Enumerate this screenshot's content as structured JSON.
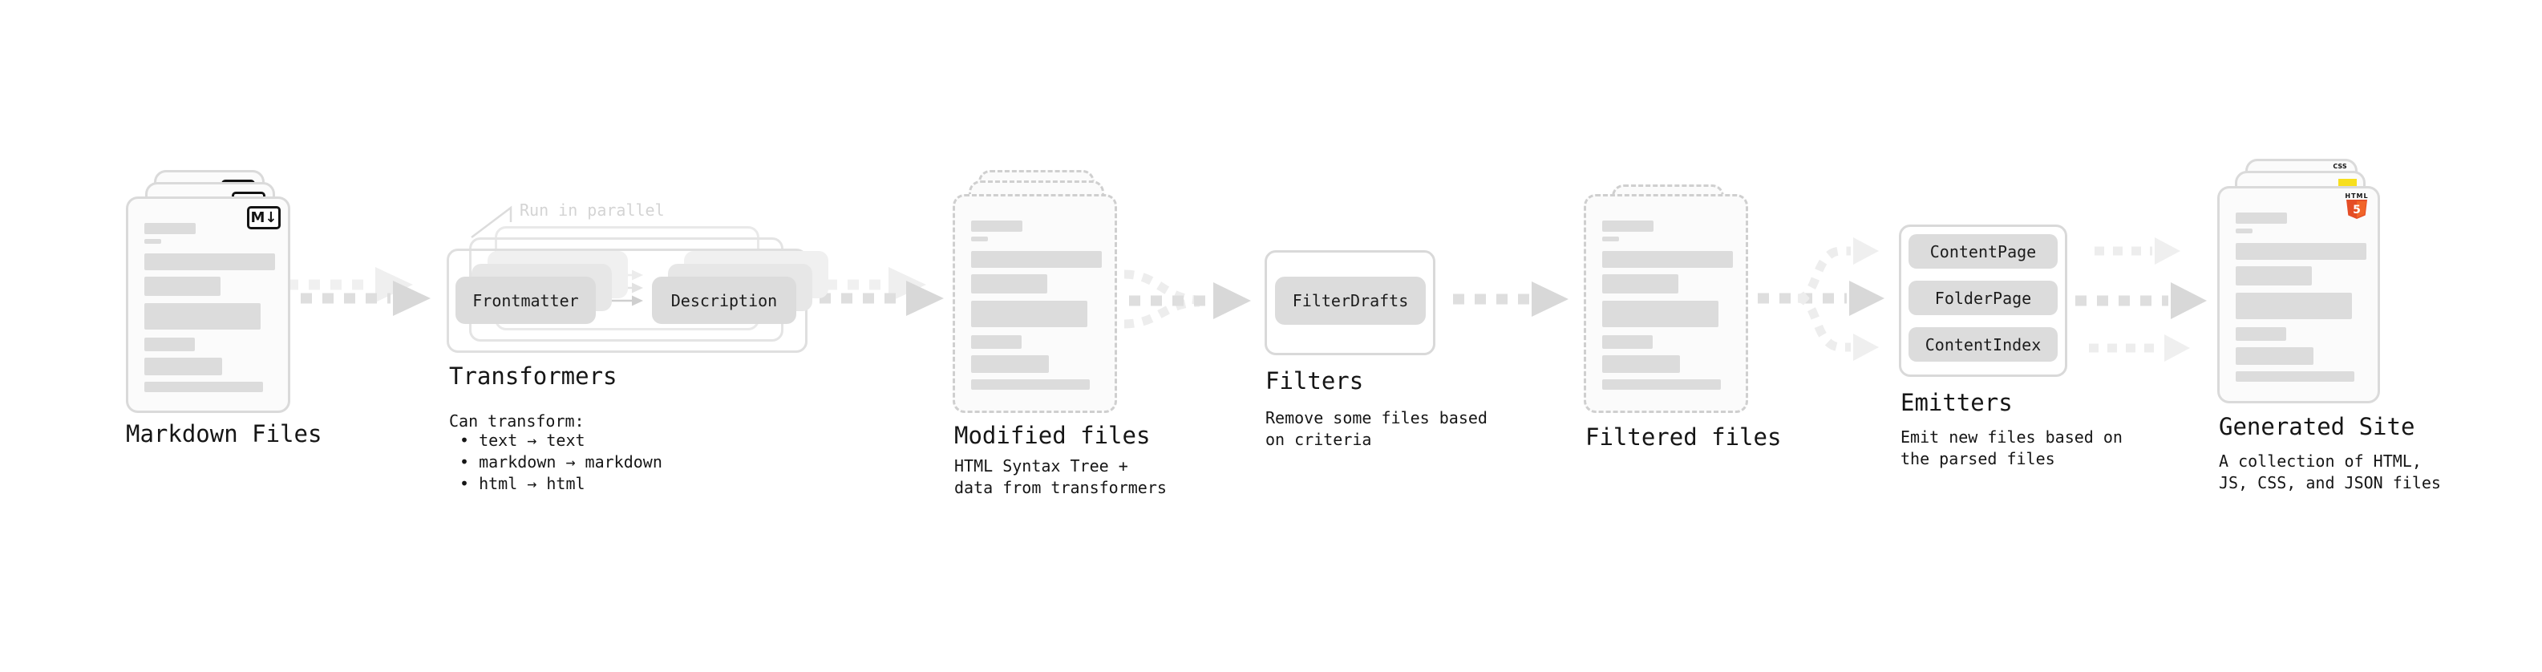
{
  "colors": {
    "html5_orange": "#e44d26",
    "js_yellow": "#f7df1e",
    "css_blue": "#2965f1",
    "pill_gray": "#dcdcdc",
    "annotation_gray": "#d4d4d4"
  },
  "icons": {
    "markdown_badge": "M↓",
    "html5_label": "HTML",
    "html5_number": "5",
    "css_label": "CSS"
  },
  "sections": {
    "markdown_files": {
      "label": "Markdown Files"
    },
    "transformers": {
      "label": "Transformers",
      "annotation": "Run in parallel",
      "pill_left": "Frontmatter",
      "pill_right": "Description",
      "heading": "Can transform:",
      "bullets": [
        "text → text",
        "markdown → markdown",
        "html → html"
      ]
    },
    "modified_files": {
      "label": "Modified files",
      "description": [
        "HTML Syntax Tree +",
        "data from transformers"
      ]
    },
    "filters": {
      "label": "Filters",
      "pill": "FilterDrafts",
      "description": [
        "Remove some files based",
        "on criteria"
      ]
    },
    "filtered_files": {
      "label": "Filtered files"
    },
    "emitters": {
      "label": "Emitters",
      "pills": [
        "ContentPage",
        "FolderPage",
        "ContentIndex"
      ],
      "description": [
        "Emit new files based on",
        "the parsed files"
      ]
    },
    "generated_site": {
      "label": "Generated Site",
      "description": [
        "A collection of HTML,",
        "JS, CSS, and JSON files"
      ]
    }
  },
  "skeleton_bars": [
    {
      "w": 64,
      "h": 14,
      "mt": 0
    },
    {
      "w": 21,
      "h": 6,
      "mt": 6
    },
    {
      "w": 163,
      "h": 21,
      "mt": 12
    },
    {
      "w": 95,
      "h": 24,
      "mt": 8
    },
    {
      "w": 145,
      "h": 33,
      "mt": 9
    },
    {
      "w": 63,
      "h": 17,
      "mt": 10
    },
    {
      "w": 97,
      "h": 22,
      "mt": 8
    },
    {
      "w": 148,
      "h": 13,
      "mt": 8
    }
  ]
}
